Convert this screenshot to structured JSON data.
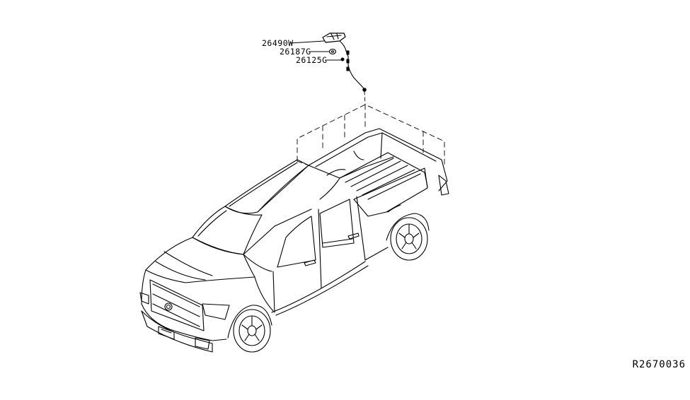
{
  "diagram": {
    "parts": [
      {
        "number": "26490W"
      },
      {
        "number": "26187G"
      },
      {
        "number": "26125G"
      }
    ],
    "reference_code": "R2670036"
  }
}
